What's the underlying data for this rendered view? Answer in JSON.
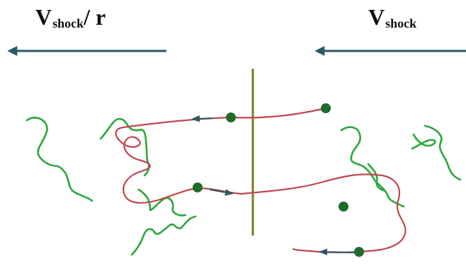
{
  "labels": {
    "left": {
      "main": "V",
      "sub": "shock",
      "suffix": "/ r"
    },
    "right": {
      "main": "V",
      "sub": "shock"
    }
  },
  "colors": {
    "arrow": "#2a5a66",
    "shock_front": "#7a7a20",
    "trajectory": "#c0464a",
    "field_lines": "#2aa63a",
    "particle": "#1f6b2a"
  }
}
